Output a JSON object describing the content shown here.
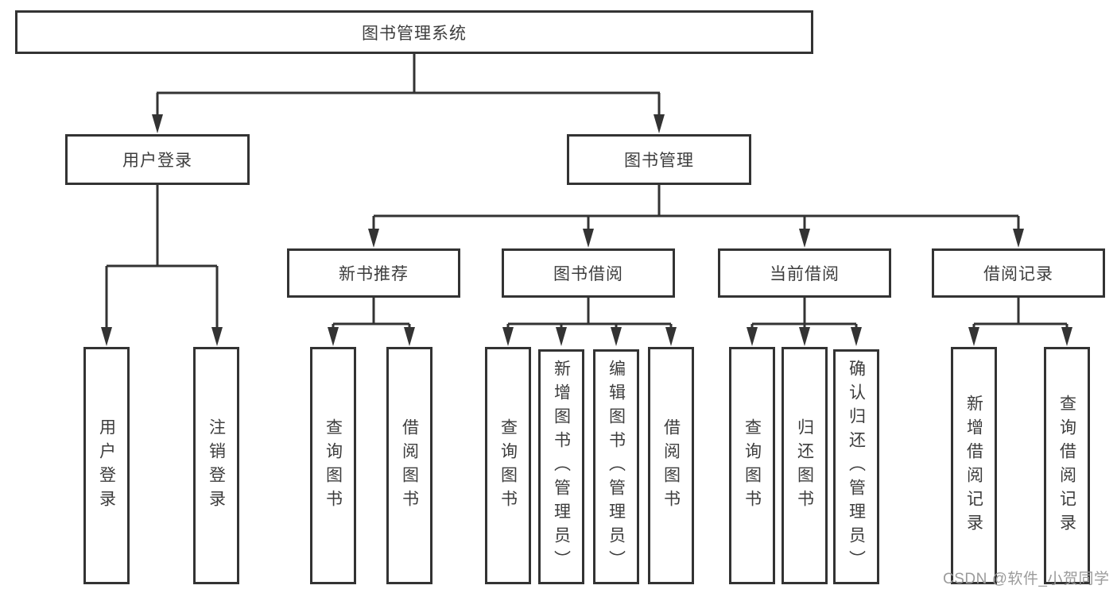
{
  "tree": {
    "label": "图书管理系统",
    "children": [
      {
        "label": "用户登录",
        "children": [
          {
            "label": "用户登录"
          },
          {
            "label": "注销登录"
          }
        ]
      },
      {
        "label": "图书管理",
        "children": [
          {
            "label": "新书推荐",
            "children": [
              {
                "label": "查询图书"
              },
              {
                "label": "借阅图书"
              }
            ]
          },
          {
            "label": "图书借阅",
            "children": [
              {
                "label": "查询图书"
              },
              {
                "label": "新增图书（管理员）"
              },
              {
                "label": "编辑图书（管理员）"
              },
              {
                "label": "借阅图书"
              }
            ]
          },
          {
            "label": "当前借阅",
            "children": [
              {
                "label": "查询图书"
              },
              {
                "label": "归还图书"
              },
              {
                "label": "确认归还（管理员）"
              }
            ]
          },
          {
            "label": "借阅记录",
            "children": [
              {
                "label": "新增借阅记录"
              },
              {
                "label": "查询借阅记录"
              }
            ]
          }
        ]
      }
    ]
  },
  "watermark": "CSDN @软件_小贺同学",
  "colors": {
    "line": "#333333",
    "text": "#3d3d3d",
    "box_background": "#ffffff",
    "watermark": "#9b9b9b"
  }
}
